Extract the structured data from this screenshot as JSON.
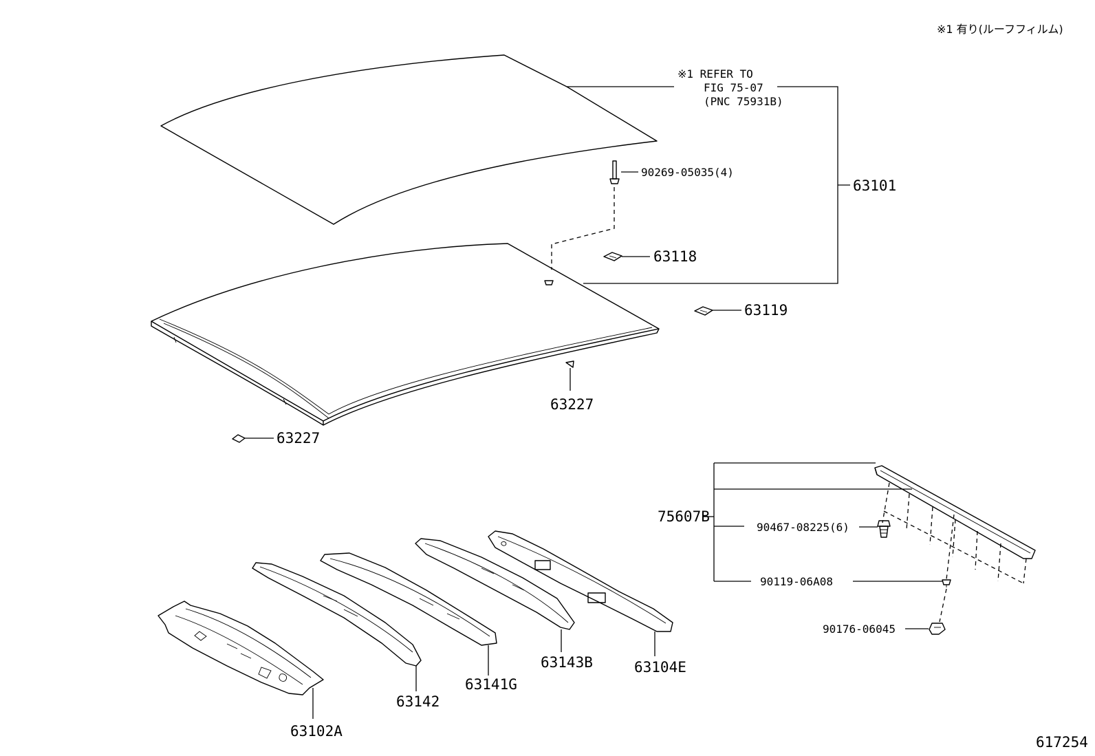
{
  "header_note": "※1 有り(ルーフフィルム)",
  "reference_note": {
    "line1": "※1 REFER TO",
    "line2": "FIG 75-07",
    "line3": "(PNC 75931B)"
  },
  "footer_id": "617254",
  "callouts": {
    "p63101": "63101",
    "p90269": "90269-05035(4)",
    "p63118": "63118",
    "p63119": "63119",
    "p63227_center": "63227",
    "p63227_left": "63227",
    "p75607B": "75607B",
    "p90467": "90467-08225(6)",
    "p90119": "90119-06A08",
    "p90176": "90176-06045",
    "p63102A": "63102A",
    "p63142": "63142",
    "p63141G": "63141G",
    "p63143B": "63143B",
    "p63104E": "63104E"
  }
}
